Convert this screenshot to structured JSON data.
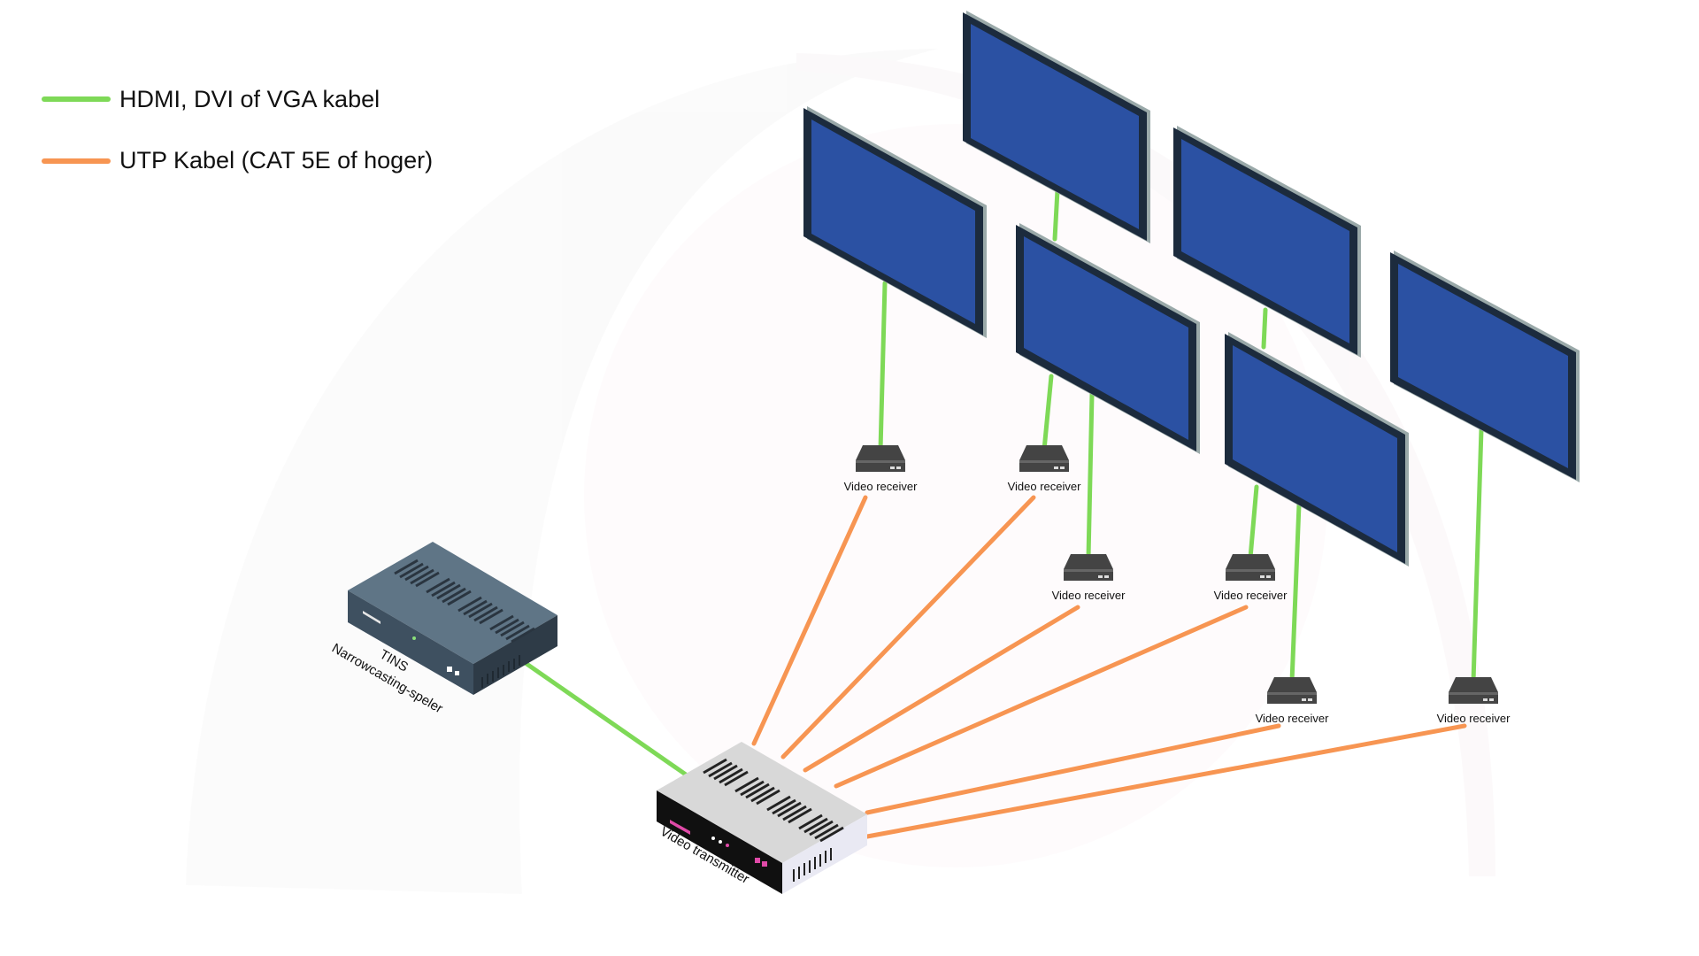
{
  "legend": {
    "hdmi_label": "HDMI, DVI of VGA kabel",
    "utp_label": "UTP Kabel (CAT 5E of hoger)"
  },
  "colors": {
    "hdmi_cable": "#7ed957",
    "utp_cable": "#f79552",
    "screen_face": "#2b51a3",
    "screen_frame": "#1c2b3d",
    "receiver_body": "#444444",
    "player_body": "#526777",
    "transmitter_body": "#dcdcdc"
  },
  "player": {
    "line1": "TINS",
    "line2": "Narrowcasting-speler"
  },
  "transmitter": {
    "label": "Video transmitter"
  },
  "receivers": [
    {
      "label": "Video receiver"
    },
    {
      "label": "Video receiver"
    },
    {
      "label": "Video receiver"
    },
    {
      "label": "Video receiver"
    },
    {
      "label": "Video receiver"
    },
    {
      "label": "Video receiver"
    }
  ]
}
